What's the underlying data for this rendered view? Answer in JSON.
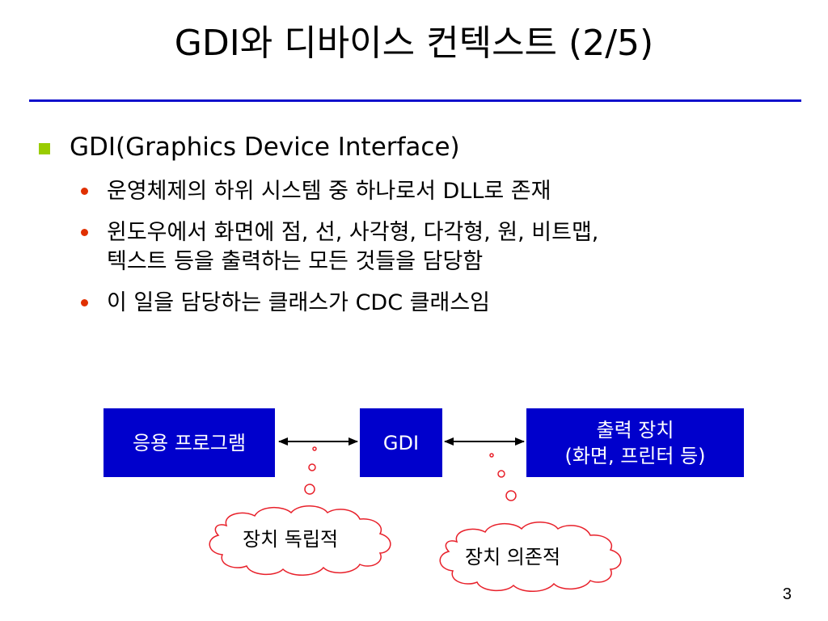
{
  "slide": {
    "title": "GDI와 디바이스 컨텍스트 (2/5)",
    "page_number": "3"
  },
  "bullets": {
    "level1": "GDI(Graphics Device Interface)",
    "level2": [
      "운영체제의 하위 시스템 중 하나로서 DLL로 존재",
      "윈도우에서 화면에 점, 선, 사각형, 다각형, 원, 비트맵,",
      "텍스트 등을 출력하는 모든 것들을 담당함",
      "이 일을 담당하는 클래스가 CDC 클래스임"
    ]
  },
  "diagram": {
    "box_app": "응용 프로그램",
    "box_gdi": "GDI",
    "box_device_line1": "출력 장치",
    "box_device_line2": "(화면, 프린터 등)",
    "cloud_independent": "장치 독립적",
    "cloud_dependent": "장치 의존적"
  },
  "colors": {
    "title_rule": "#1010cc",
    "box_fill": "#0000cc",
    "bullet_level1": "#99cc00",
    "bullet_level2": "#e03000",
    "cloud_stroke": "#e8202a"
  }
}
